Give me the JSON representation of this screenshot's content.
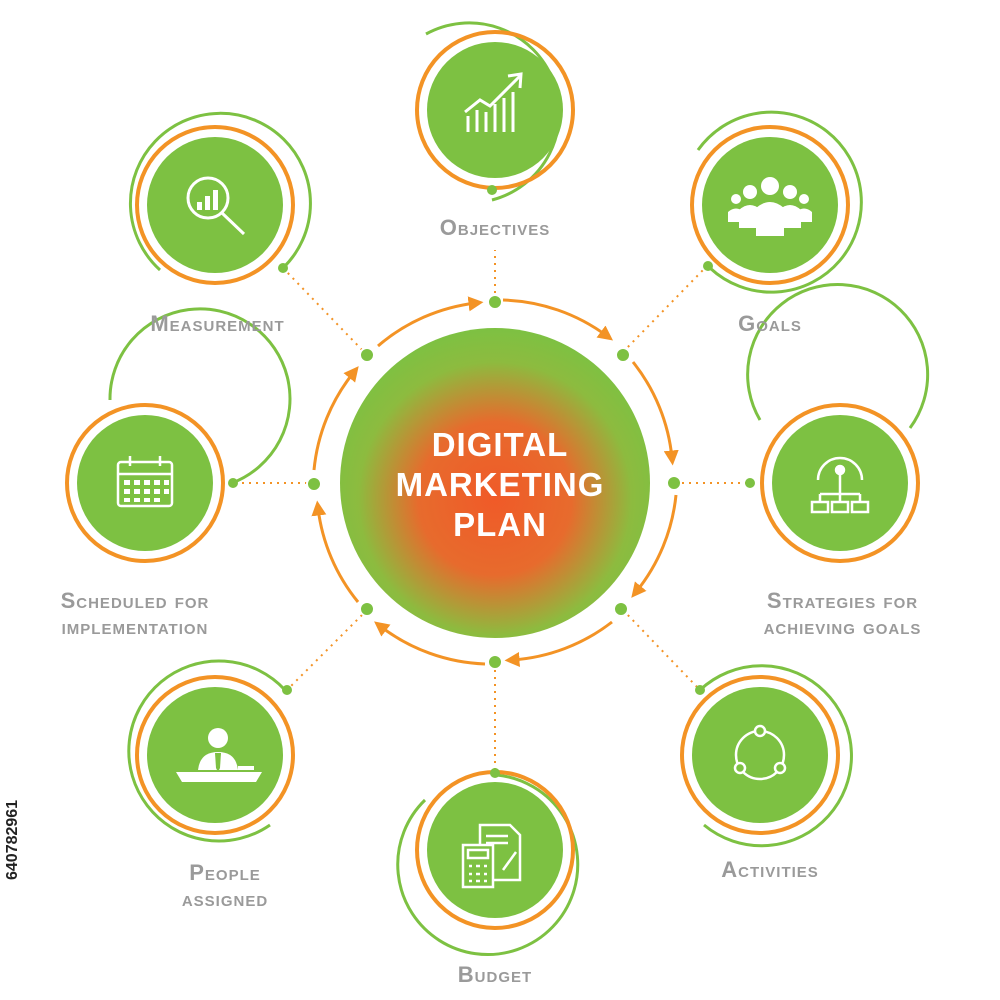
{
  "center": {
    "lines": [
      "DIGITAL",
      "MARKETING",
      "PLAN"
    ]
  },
  "nodes": [
    {
      "id": "objectives",
      "label_lines": [
        "Objectives"
      ],
      "icon": "growth-chart-icon"
    },
    {
      "id": "goals",
      "label_lines": [
        "Goals"
      ],
      "icon": "team-icon"
    },
    {
      "id": "strategies",
      "label_lines": [
        "Strategies for",
        "achieving goals"
      ],
      "icon": "gear-network-icon"
    },
    {
      "id": "activities",
      "label_lines": [
        "Activities"
      ],
      "icon": "cycle-icon"
    },
    {
      "id": "budget",
      "label_lines": [
        "Budget"
      ],
      "icon": "calculator-document-icon"
    },
    {
      "id": "people",
      "label_lines": [
        "People",
        "assigned"
      ],
      "icon": "person-at-desk-icon"
    },
    {
      "id": "scheduled",
      "label_lines": [
        "Scheduled for",
        "implementation"
      ],
      "icon": "calendar-icon"
    },
    {
      "id": "measurement",
      "label_lines": [
        "Measurement"
      ],
      "icon": "magnifier-chart-icon"
    }
  ],
  "watermark_id": "640782961",
  "colors": {
    "green": "#7dc142",
    "orange": "#f39325",
    "center_core": "#f05a28",
    "label_gray": "#9a9a9a"
  }
}
